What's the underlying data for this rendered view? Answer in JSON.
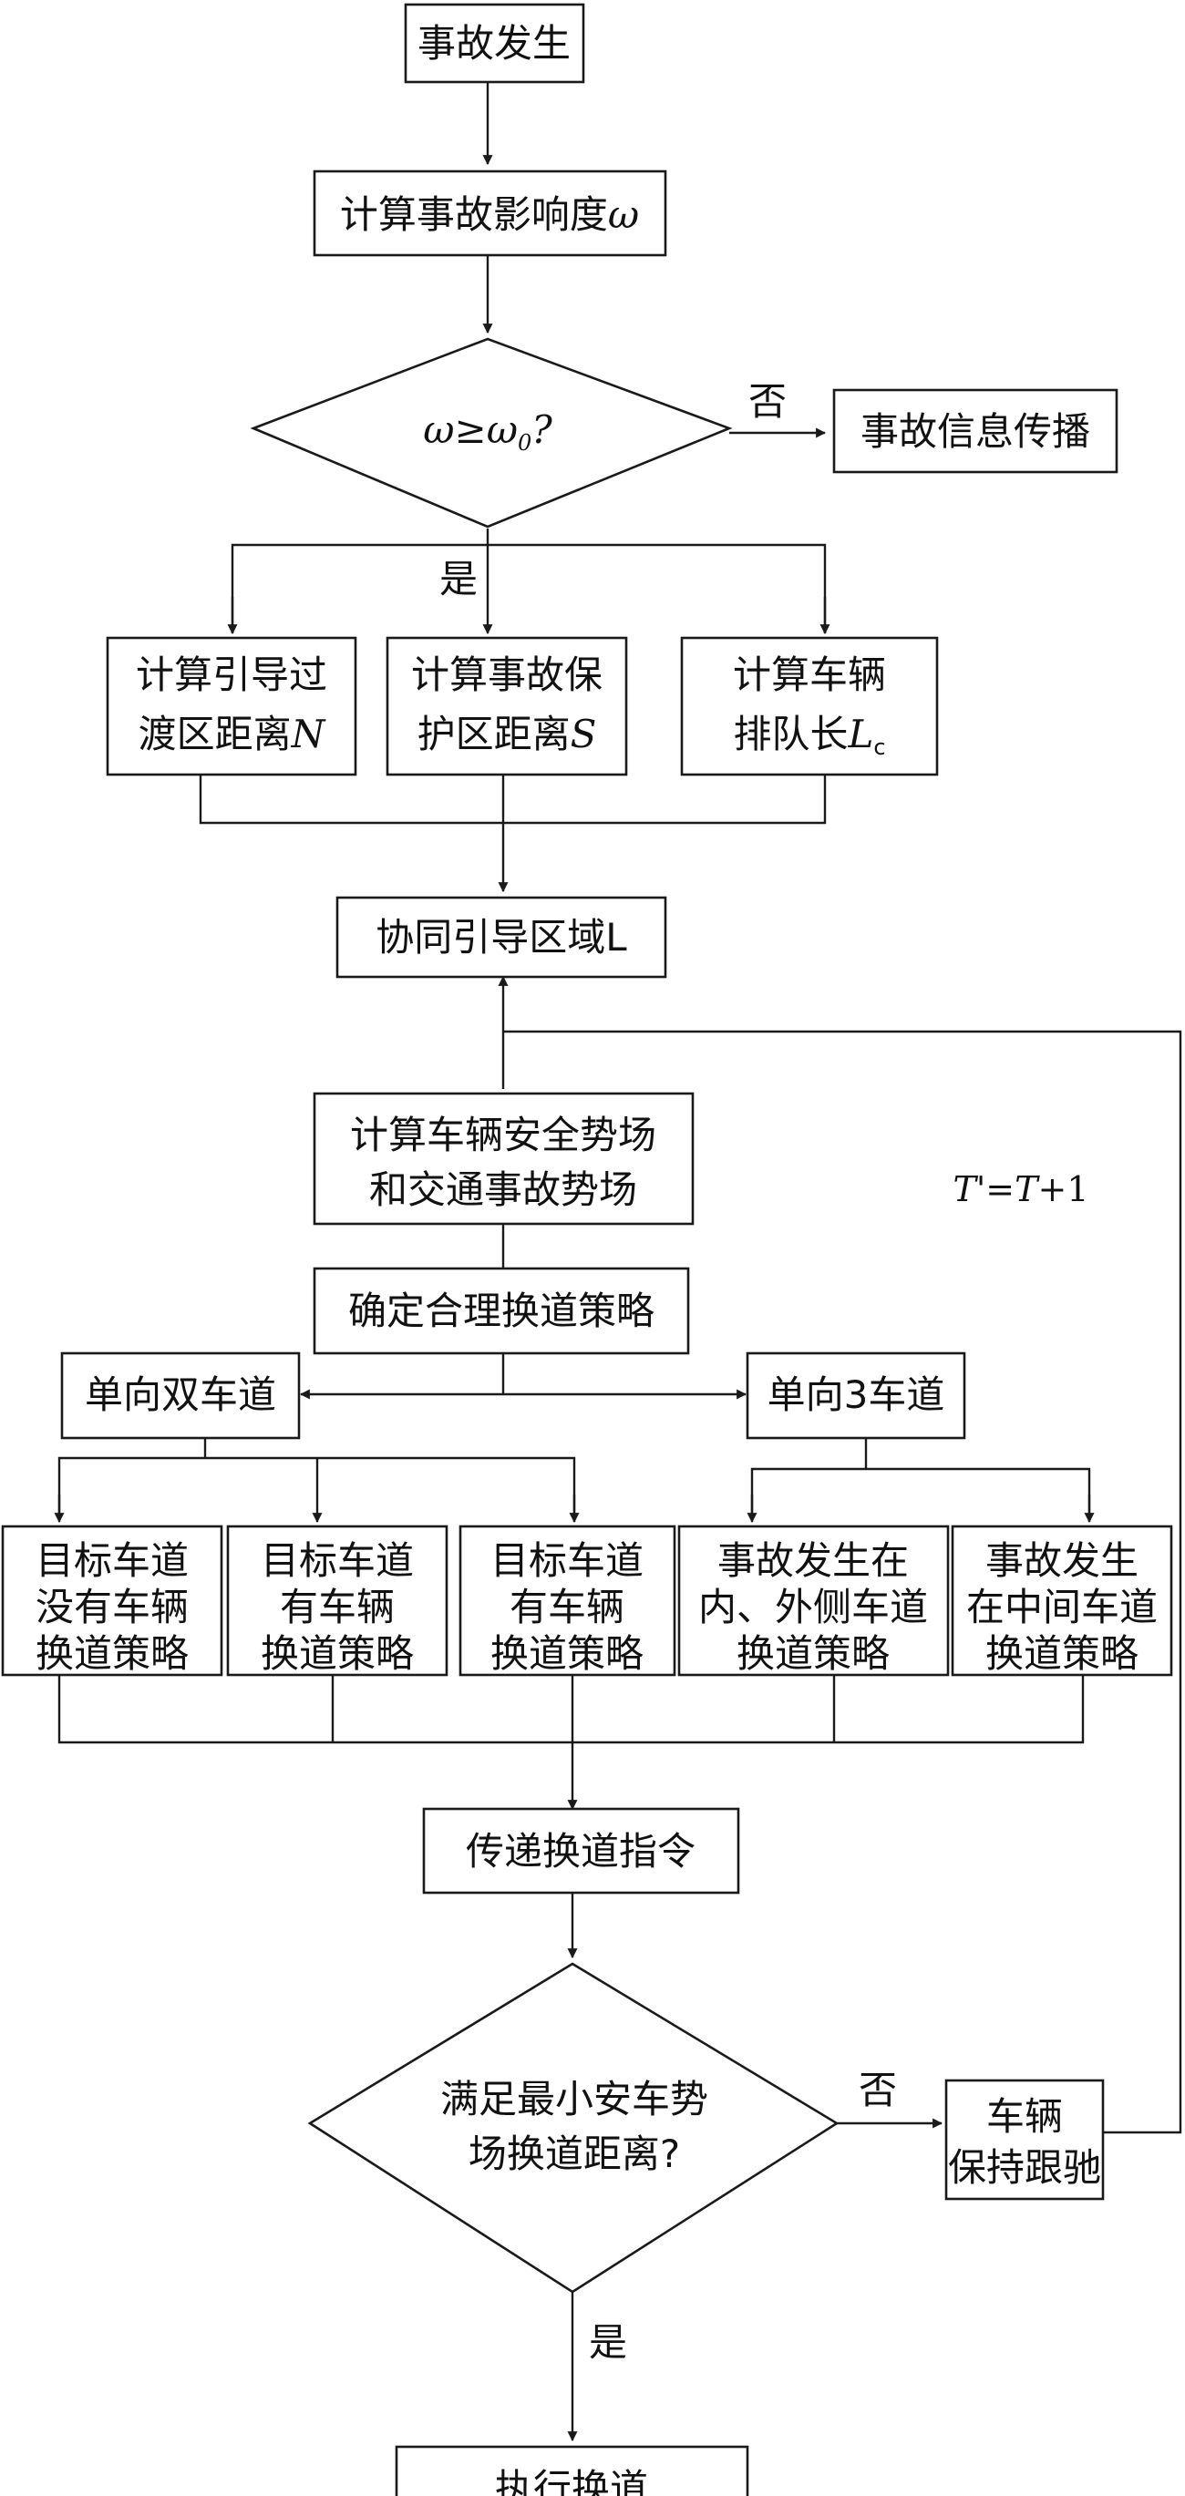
{
  "nodes": {
    "start": "事故发生",
    "impact": {
      "text": "计算事故影响度",
      "sym": "ω"
    },
    "decision1": {
      "lhs": "ω",
      "op": "≥",
      "rhs": "ω",
      "rhs_sub": "0",
      "q": "?"
    },
    "propagate": "事故信息传播",
    "transition": {
      "line1": "计算引导过",
      "line2": "渡区距离",
      "sym": "N"
    },
    "protect": {
      "line1": "计算事故保",
      "line2": "护区距离",
      "sym": "S"
    },
    "queue": {
      "line1": "计算车辆",
      "line2": "排队长",
      "sym": "L",
      "sym_sub": "c"
    },
    "region": "协同引导区域L",
    "potential": {
      "line1": "计算车辆安全势场",
      "line2": "和交通事故势场"
    },
    "strategy": "确定合理换道策略",
    "twolane": "单向双车道",
    "threelane": "单向3车道",
    "leaf1": [
      "目标车道",
      "没有车辆",
      "换道策略"
    ],
    "leaf2": [
      "目标车道",
      "有车辆",
      "换道策略"
    ],
    "leaf3": [
      "目标车道",
      "有车辆",
      "换道策略"
    ],
    "leaf4": [
      "事故发生在",
      "内、外侧车道",
      "换道策略"
    ],
    "leaf5": [
      "事故发生",
      "在中间车道",
      "换道策略"
    ],
    "send": "传递换道指令",
    "decision2": [
      "满足最小安车势",
      "场换道距离?"
    ],
    "follow": [
      "车辆",
      "保持跟驰"
    ],
    "execute": "执行换道"
  },
  "edge_labels": {
    "no1": "否",
    "yes1": "是",
    "no2": "否",
    "yes2": "是"
  },
  "loop_label": {
    "a": "T",
    "b": "'=",
    "c": "T",
    "d": "+1"
  }
}
